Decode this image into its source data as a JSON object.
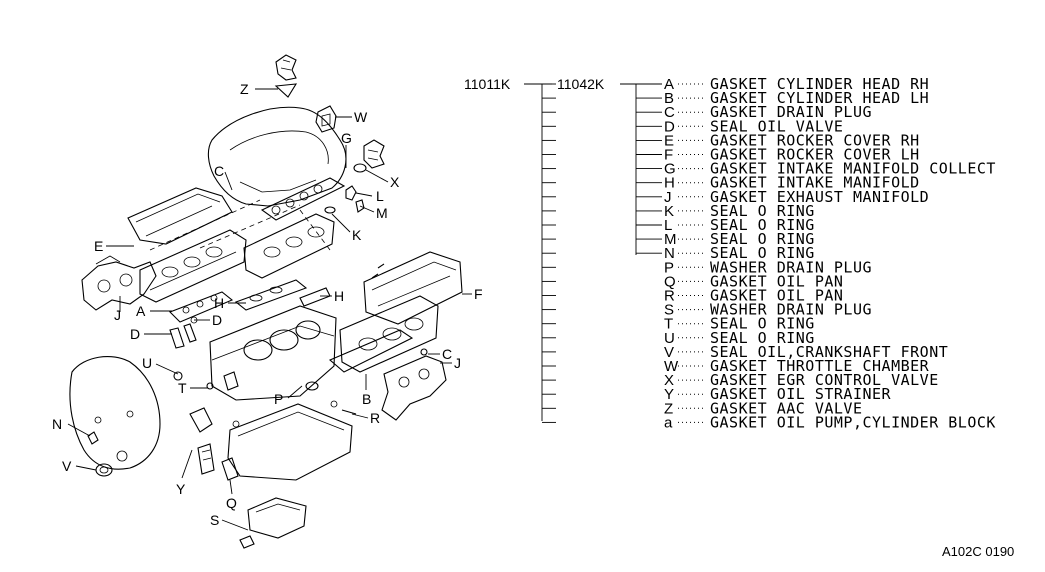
{
  "assembly_part_number": "11011K",
  "kit_part_number": "11042K",
  "reference_code": "A102C 0190",
  "callouts": [
    "Z",
    "W",
    "G",
    "C",
    "X",
    "L",
    "M",
    "K",
    "E",
    "J",
    "F",
    "H",
    "H",
    "A",
    "D",
    "D",
    "U",
    "T",
    "C",
    "J",
    "P",
    "B",
    "R",
    "N",
    "V",
    "Y",
    "Q",
    "S"
  ],
  "legend": [
    {
      "code": "A",
      "description": "GASKET CYLINDER HEAD RH"
    },
    {
      "code": "B",
      "description": "GASKET CYLINDER HEAD LH"
    },
    {
      "code": "C",
      "description": "GASKET DRAIN PLUG"
    },
    {
      "code": "D",
      "description": "SEAL OIL VALVE"
    },
    {
      "code": "E",
      "description": "GASKET ROCKER COVER RH"
    },
    {
      "code": "F",
      "description": "GASKET ROCKER COVER LH"
    },
    {
      "code": "G",
      "description": "GASKET INTAKE MANIFOLD COLLECT"
    },
    {
      "code": "H",
      "description": "GASKET INTAKE MANIFOLD"
    },
    {
      "code": "J",
      "description": "GASKET EXHAUST MANIFOLD"
    },
    {
      "code": "K",
      "description": "SEAL O RING"
    },
    {
      "code": "L",
      "description": "SEAL O RING"
    },
    {
      "code": "M",
      "description": "SEAL O RING"
    },
    {
      "code": "N",
      "description": "SEAL O RING"
    },
    {
      "code": "P",
      "description": "WASHER DRAIN PLUG"
    },
    {
      "code": "Q",
      "description": "GASKET OIL PAN"
    },
    {
      "code": "R",
      "description": "GASKET OIL PAN"
    },
    {
      "code": "S",
      "description": "WASHER DRAIN PLUG"
    },
    {
      "code": "T",
      "description": "SEAL O RING"
    },
    {
      "code": "U",
      "description": "SEAL O RING"
    },
    {
      "code": "V",
      "description": "SEAL OIL,CRANKSHAFT FRONT"
    },
    {
      "code": "W",
      "description": "GASKET THROTTLE CHAMBER"
    },
    {
      "code": "X",
      "description": "GASKET EGR CONTROL VALVE"
    },
    {
      "code": "Y",
      "description": "GASKET OIL STRAINER"
    },
    {
      "code": "Z",
      "description": "GASKET AAC VALVE"
    },
    {
      "code": "a",
      "description": "GASKET OIL PUMP,CYLINDER BLOCK"
    }
  ]
}
